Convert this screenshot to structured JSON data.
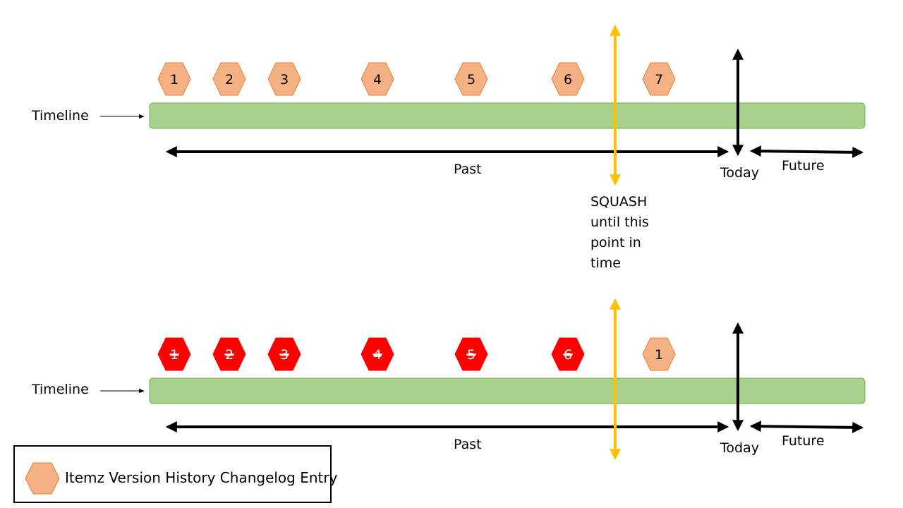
{
  "panels": [
    {
      "timeline_label": "Timeline",
      "past_label": "Past",
      "today_label": "Today",
      "future_label": "Future",
      "entries": [
        {
          "label": "1",
          "state": "active"
        },
        {
          "label": "2",
          "state": "active"
        },
        {
          "label": "3",
          "state": "active"
        },
        {
          "label": "4",
          "state": "active"
        },
        {
          "label": "5",
          "state": "active"
        },
        {
          "label": "6",
          "state": "active"
        },
        {
          "label": "7",
          "state": "active"
        }
      ]
    },
    {
      "timeline_label": "Timeline",
      "past_label": "Past",
      "today_label": "Today",
      "future_label": "Future",
      "entries": [
        {
          "label": "1",
          "state": "squashed"
        },
        {
          "label": "2",
          "state": "squashed"
        },
        {
          "label": "3",
          "state": "squashed"
        },
        {
          "label": "4",
          "state": "squashed"
        },
        {
          "label": "5",
          "state": "squashed"
        },
        {
          "label": "6",
          "state": "squashed"
        },
        {
          "label": "1",
          "state": "active"
        }
      ]
    }
  ],
  "squash_note": "SQUASH until this point in time",
  "legend": {
    "text": "Itemz Version History Changelog Entry"
  },
  "colors": {
    "entry_fill": "#f4b183",
    "entry_stroke": "#ed7d31",
    "squashed_fill": "#ff0000",
    "squashed_text": "#ffffff",
    "timeline_fill": "#a9d18e",
    "timeline_stroke": "#70ad47",
    "squash_arrow": "#ffc000",
    "arrow": "#000000"
  }
}
